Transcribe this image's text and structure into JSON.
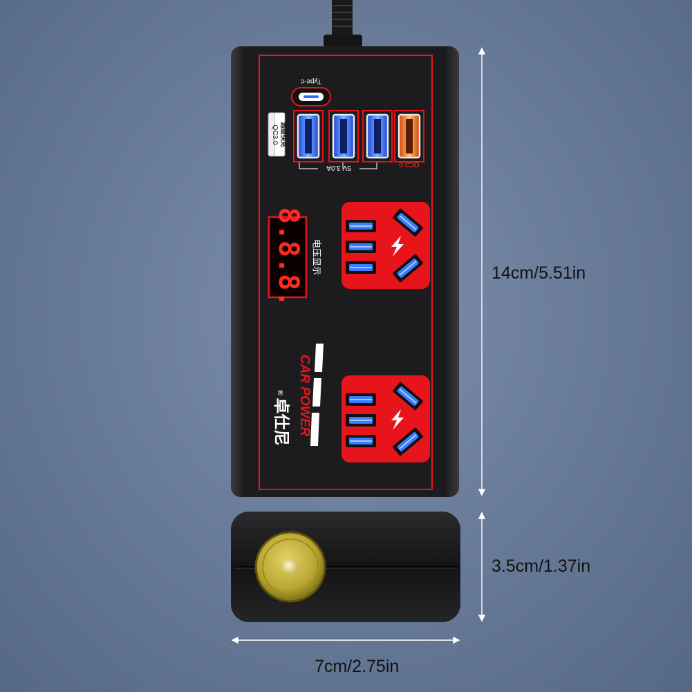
{
  "product": {
    "brand_cn": "卓仕尼",
    "brand_mark": "®",
    "series_label": "CAR POWER",
    "voltage_display": "8.8.8.",
    "voltage_label": "电压显示",
    "typec_label": "Type-c",
    "qc_badge_top": "QC3.0",
    "qc_badge_bottom": "超级快充",
    "usb_rating": "5V 3.0A",
    "qc_port_label": "QC3.0"
  },
  "dimensions": {
    "height": "14cm/5.51in",
    "depth": "3.5cm/1.37in",
    "width": "7cm/2.75in"
  },
  "colors": {
    "accent_red": "#e8141c",
    "body_black": "#1b1b1d",
    "usb_blue": "#2f6bff",
    "qc_orange": "#ff7a1a",
    "socket_gold": "#c2b13a"
  }
}
